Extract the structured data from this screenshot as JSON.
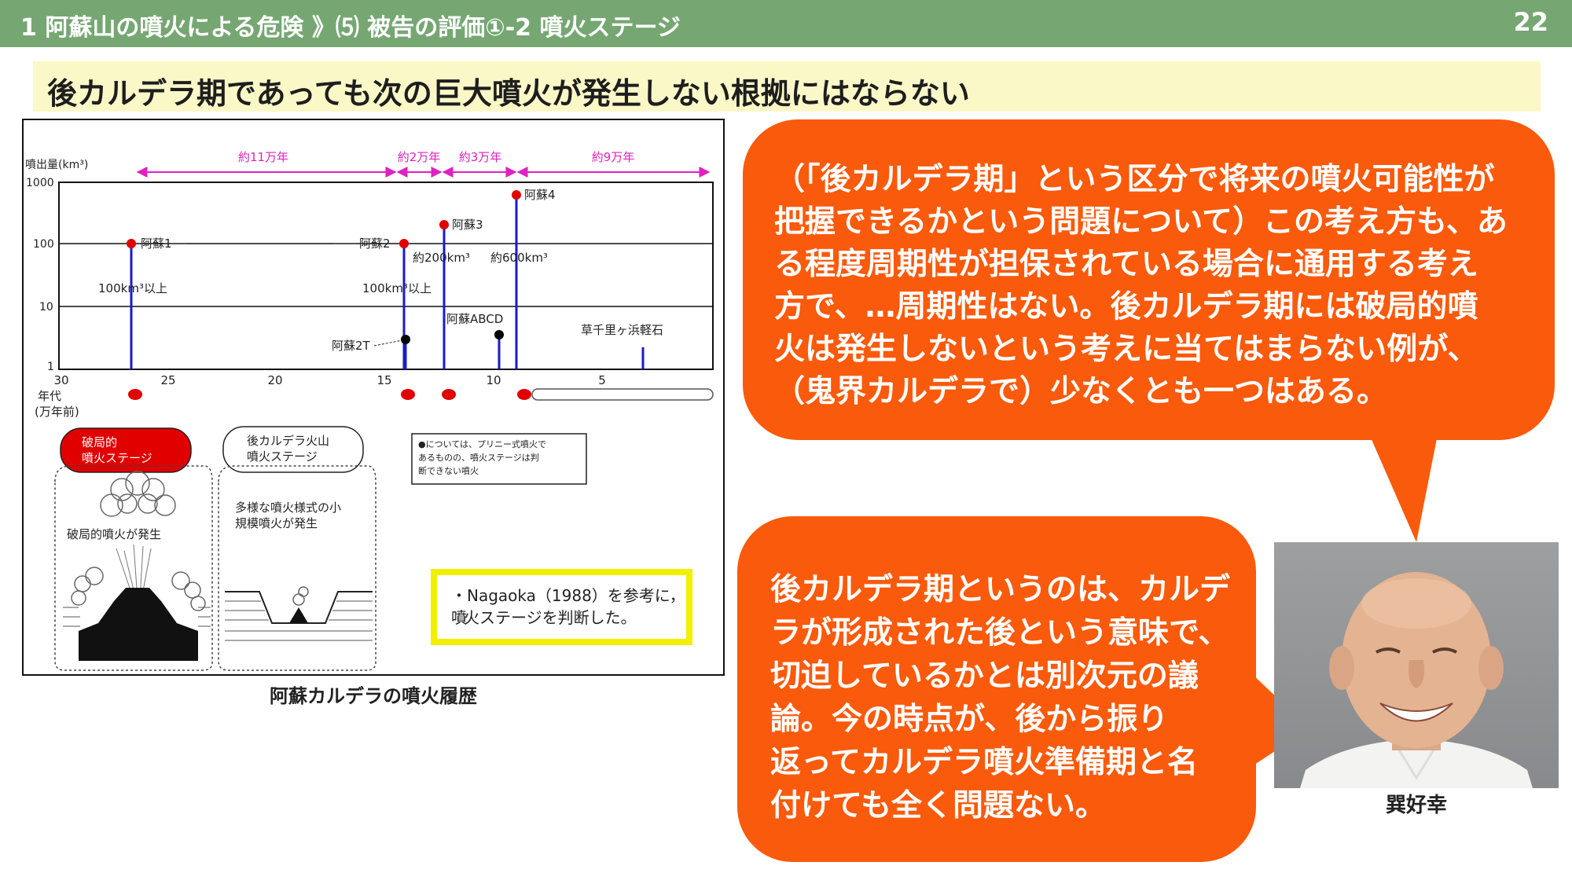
{
  "header": {
    "title": "1 阿蘇山の噴火による危険 》⑸ 被告の評価①-2 噴火ステージ",
    "page_number": "22"
  },
  "headline": "後カルデラ期であっても次の巨大噴火が発生しない根拠にはならない",
  "figure": {
    "caption": "阿蘇カルデラの噴火履歴",
    "ylabel": "噴出量(km³)",
    "yticks": [
      "1000",
      "100",
      "10",
      "1"
    ],
    "xticks": [
      "30",
      "25",
      "20",
      "15",
      "10",
      "5"
    ],
    "xlabel_line1": "年代",
    "xlabel_line2": "(万年前)",
    "spans": [
      "約11万年",
      "約2万年",
      "約3万年",
      "約9万年"
    ],
    "events": {
      "aso1": "阿蘇1",
      "aso2": "阿蘇2",
      "aso3": "阿蘇3",
      "aso4": "阿蘇4",
      "aso2t": "阿蘇2T",
      "asoabcd": "阿蘇ABCD",
      "kusasenri": "草千里ヶ浜軽石"
    },
    "volumes": {
      "aso1": "100km³以上",
      "aso2": "100km³以上",
      "aso3": "約200km³",
      "aso4": "約600km³"
    },
    "stages": {
      "destructive_l1": "破局的",
      "destructive_l2": "噴火ステージ",
      "post_l1": "後カルデラ火山",
      "post_l2": "噴火ステージ"
    },
    "descriptions": {
      "destructive": "破局的噴火が発生",
      "post_l1": "多様な噴火様式の小",
      "post_l2": "規模噴火が発生"
    },
    "legend": {
      "l1": "●については、プリニー式噴火で",
      "l2": "あるものの、噴火ステージは判",
      "l3": "断できない噴火"
    },
    "note_l1": "・Nagaoka（1988）を参考に，噴",
    "note_l2": "火ステージを判断した。"
  },
  "chart_data": {
    "type": "scatter",
    "title": "",
    "xlabel": "年代(万年前)",
    "ylabel": "噴出量(km³)",
    "yscale": "log",
    "ylim": [
      1,
      1000
    ],
    "xlim": [
      30,
      0
    ],
    "series": [
      {
        "name": "破局的噴火",
        "color": "#e00000",
        "points": [
          {
            "label": "阿蘇1",
            "x": 26.6,
            "y": 100
          },
          {
            "label": "阿蘇2",
            "x": 14.1,
            "y": 100
          },
          {
            "label": "阿蘇3",
            "x": 12.3,
            "y": 200
          },
          {
            "label": "阿蘇4",
            "x": 9.0,
            "y": 600
          }
        ]
      },
      {
        "name": "",
        "color": "#000000",
        "points": [
          {
            "label": "阿蘇2T",
            "x": 14.1,
            "y": 3
          },
          {
            "label": "阿蘇ABCD",
            "x": 10.1,
            "y": 3.5
          }
        ]
      },
      {
        "name": "",
        "color": "#1a1acc",
        "points": [
          {
            "label": "草千里ヶ浜軽石",
            "x": 3.1,
            "y": 1.8
          }
        ]
      }
    ]
  },
  "bubble_top": {
    "lines": [
      "（「後カルデラ期」という区分で将来の噴火可能性が",
      "把握できるかという問題について）この考え方も、あ",
      "る程度周期性が担保されている場合に通用する考え",
      "方で、…周期性はない。後カルデラ期には破局的噴",
      "火は発生しないという考えに当てはまらない例が、",
      "（鬼界カルデラで）少なくとも一つはある。"
    ]
  },
  "bubble_bottom": {
    "lines": [
      "後カルデラ期というのは、カルデ",
      "ラが形成された後という意味で、",
      "切迫しているかとは別次元の議",
      "論。今の時点が、後から振り",
      "返ってカルデラ噴火準備期と名",
      "付けても全く問題ない。"
    ]
  },
  "photo": {
    "name": "巽好幸"
  },
  "colors": {
    "header_bg": "#76a773",
    "headline_bg": "#fbf8c8",
    "bubble": "#fa5a0c",
    "accent_magenta": "#e020c0",
    "accent_red": "#e00000",
    "accent_blue": "#1a1acc"
  }
}
